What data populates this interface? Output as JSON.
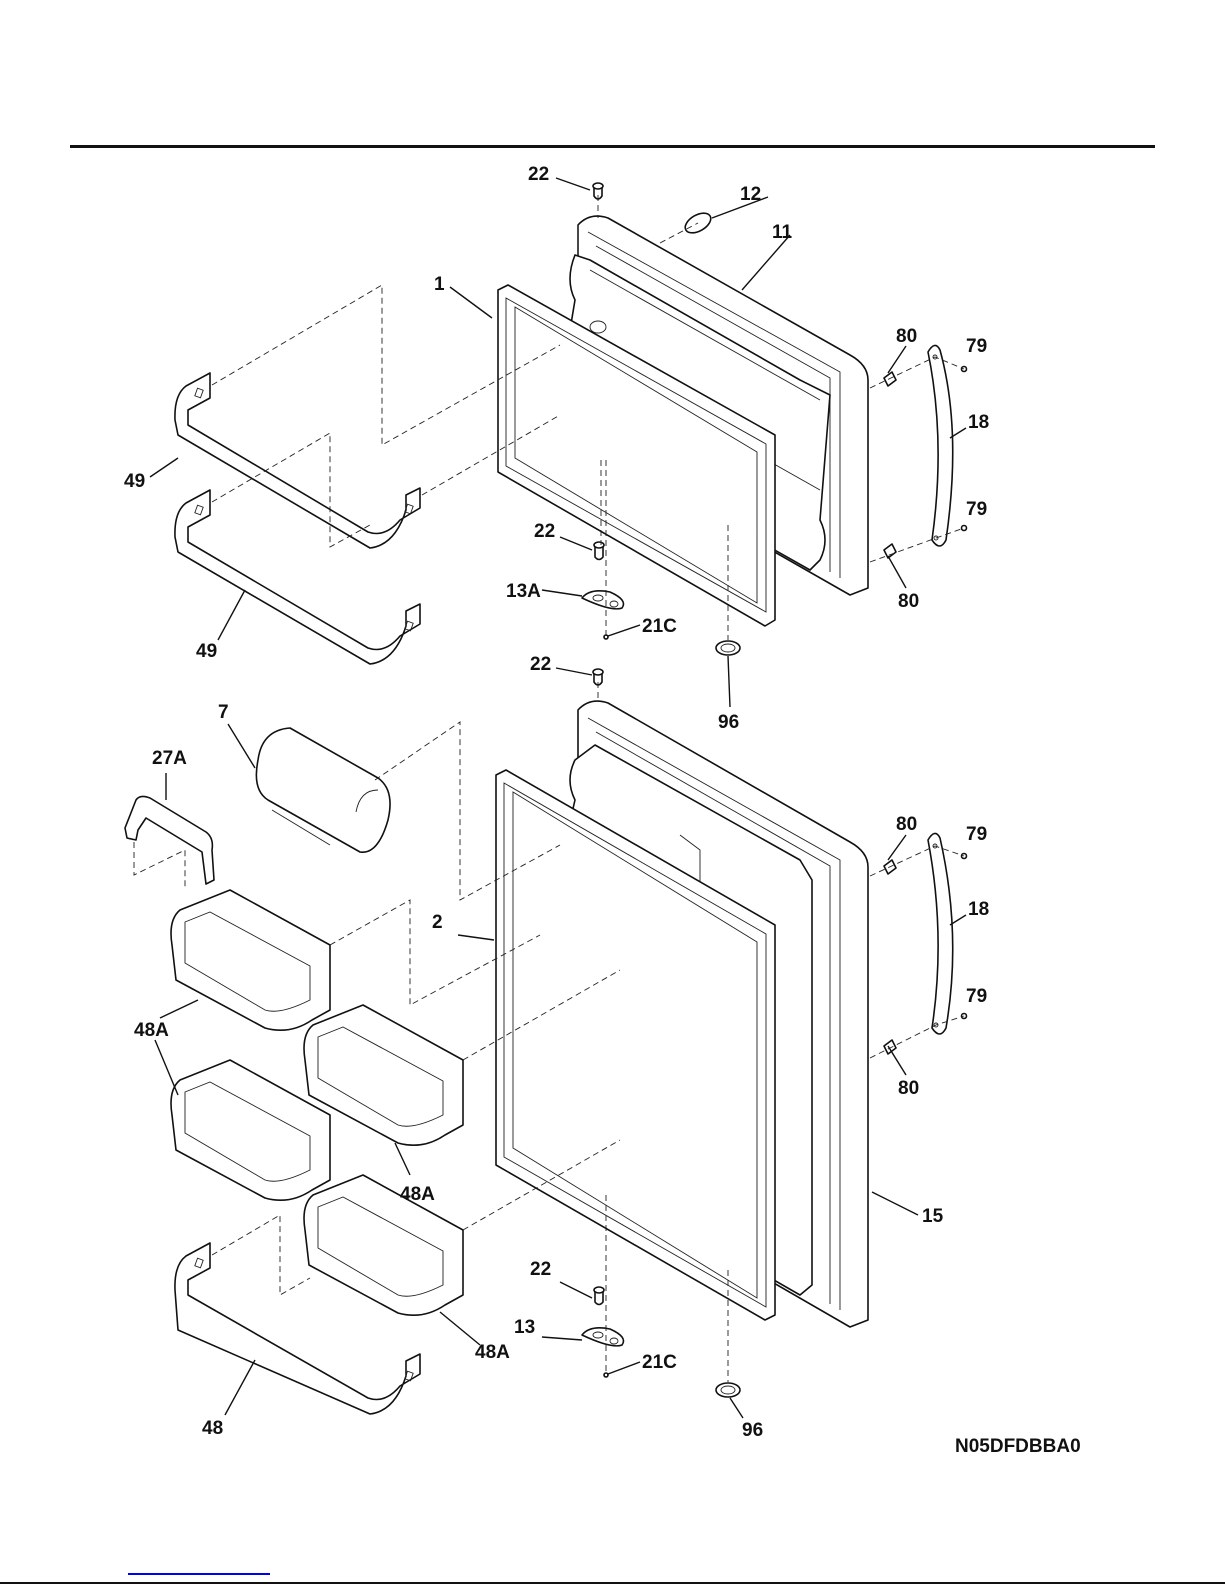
{
  "diagram": {
    "title": "Refrigerator Door Parts - Exploded View",
    "drawing_code": "N05DFDBBA0",
    "footer_link_text": "",
    "callouts": {
      "c1": "1",
      "c2": "2",
      "c7": "7",
      "c11": "11",
      "c12": "12",
      "c13": "13",
      "c13a": "13A",
      "c15": "15",
      "c18_upper": "18",
      "c18_lower": "18",
      "c21c_upper": "21C",
      "c21c_lower": "21C",
      "c22_top": "22",
      "c22_upper_bottom": "22",
      "c22_lower_top": "22",
      "c22_lower_bottom": "22",
      "c27a": "27A",
      "c48": "48",
      "c48a_1": "48A",
      "c48a_2": "48A",
      "c48a_3": "48A",
      "c49_upper": "49",
      "c49_lower": "49",
      "c79_1": "79",
      "c79_2": "79",
      "c79_3": "79",
      "c79_4": "79",
      "c80_1": "80",
      "c80_2": "80",
      "c80_3": "80",
      "c80_4": "80",
      "c96_upper": "96",
      "c96_lower": "96"
    }
  }
}
